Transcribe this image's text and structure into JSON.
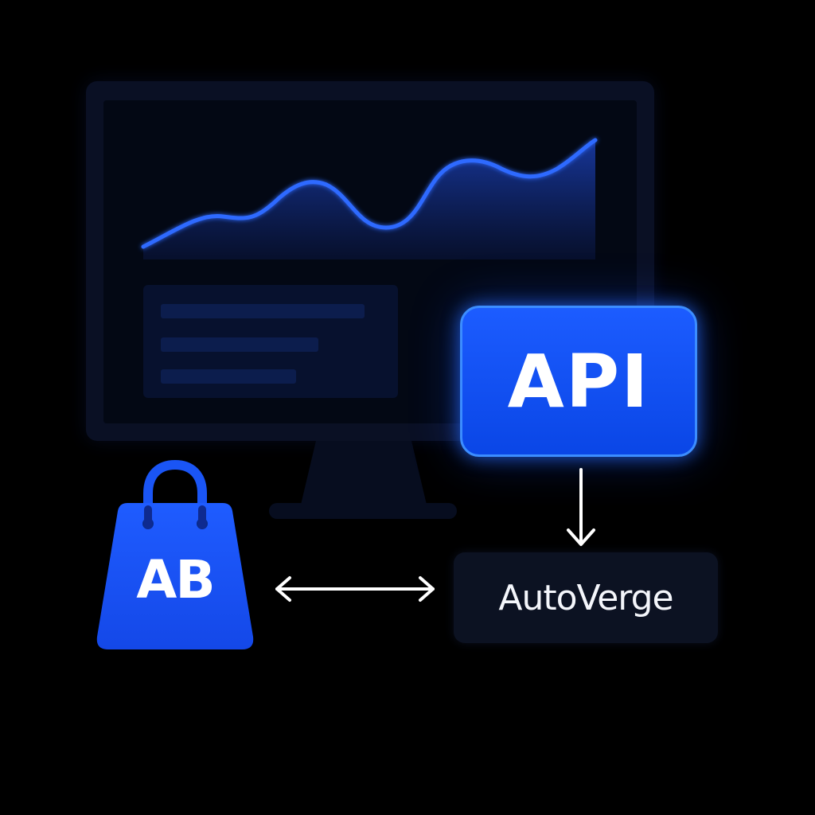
{
  "api": {
    "label": "API"
  },
  "autoverge": {
    "label": "AutoVerge"
  },
  "bag": {
    "label": "AB",
    "icon": "shopping-bag-icon"
  },
  "monitor": {
    "icon": "monitor-icon",
    "chart_trend": "rising"
  },
  "colors": {
    "background": "#000000",
    "accent": "#1a5cff",
    "accent_glow": "#3c8dff",
    "line": "#2f6bff",
    "monitor_body": "#0a1024",
    "autoverge_box": "#0c1222",
    "arrow": "#ffffff"
  }
}
